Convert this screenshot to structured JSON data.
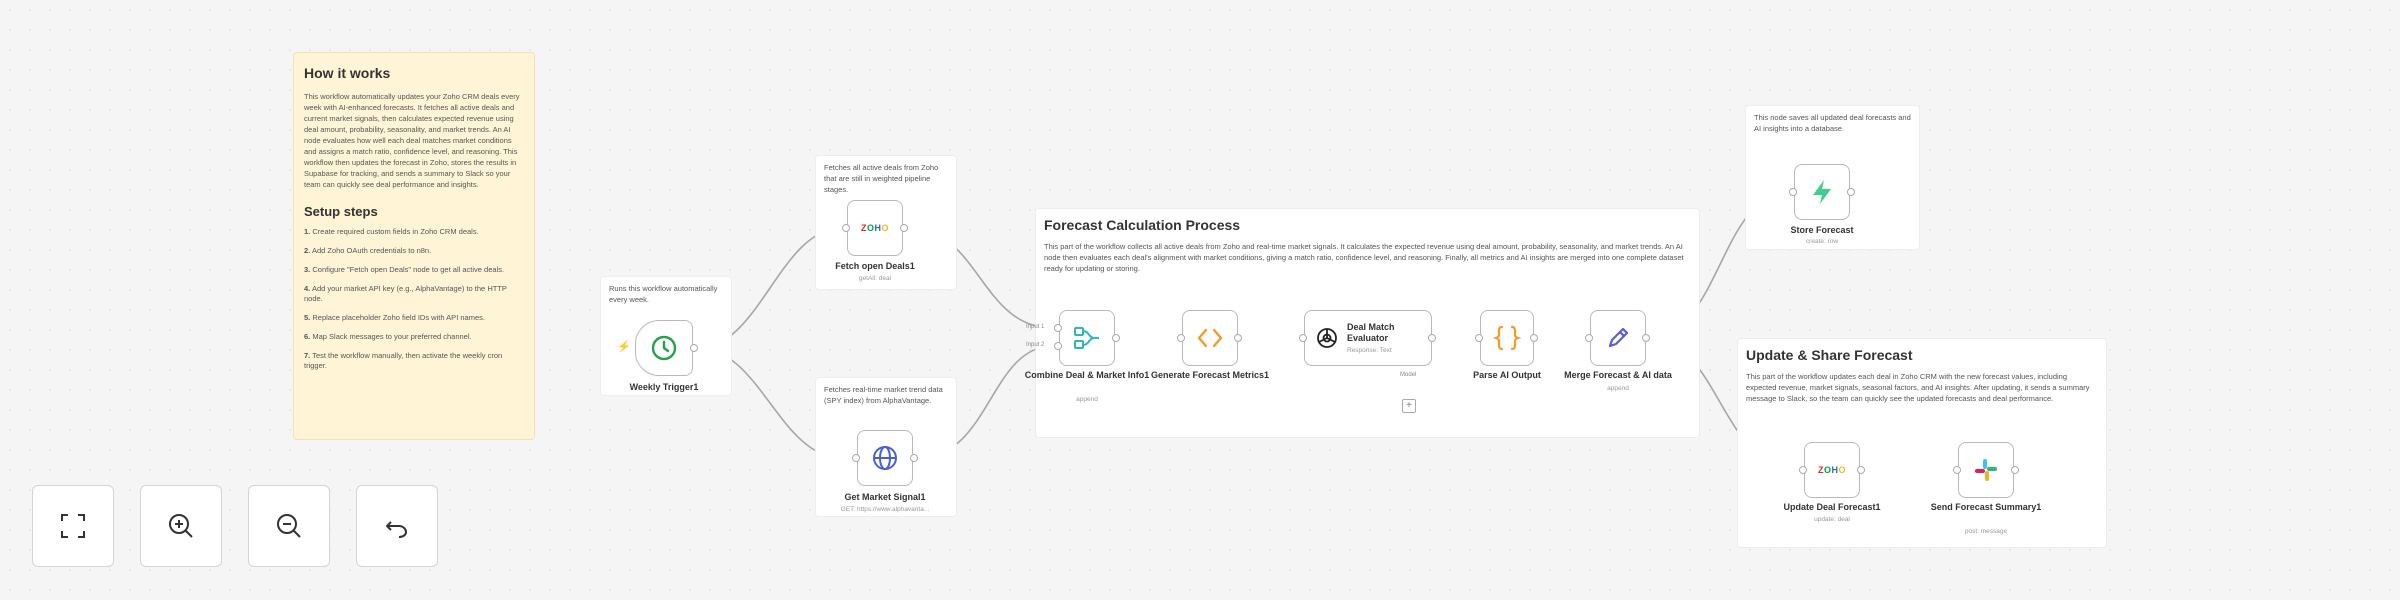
{
  "sticky_notes": {
    "how_it_works": {
      "title": "How it works",
      "body": "This workflow automatically updates your Zoho CRM deals every week with AI-enhanced forecasts. It fetches all active deals and current market signals, then calculates expected revenue using deal amount, probability, seasonality, and market trends. An AI node evaluates how well each deal matches market conditions and assigns a match ratio, confidence level, and reasoning. This workflow then updates the forecast in Zoho, stores the results in Supabase for tracking, and sends a summary to Slack so your team can quickly see deal performance and insights.",
      "setup_title": "Setup steps",
      "steps": [
        {
          "num": "1.",
          "text": "Create required custom fields in Zoho CRM deals."
        },
        {
          "num": "2.",
          "text": "Add Zoho OAuth credentials to n8n."
        },
        {
          "num": "3.",
          "text": "Configure \"Fetch open Deals\" node to get all active deals."
        },
        {
          "num": "4.",
          "text": "Add your market API key (e.g., AlphaVantage) to the HTTP node."
        },
        {
          "num": "5.",
          "text": "Replace placeholder Zoho field IDs with API names."
        },
        {
          "num": "6.",
          "text": "Map Slack messages to your preferred channel."
        },
        {
          "num": "7.",
          "text": "Test the workflow manually, then activate the weekly cron trigger."
        }
      ]
    },
    "trigger_note": "Runs this workflow automatically every week.",
    "fetch_note": "Fetches all active deals from Zoho that are still in weighted pipeline stages.",
    "market_note": "Fetches real-time market trend data (SPY index) from AlphaVantage.",
    "forecast_section": {
      "title": "Forecast Calculation Process",
      "body": "This part of the workflow collects all active deals from Zoho and real-time market signals. It calculates the expected revenue using deal amount, probability, seasonality, and market trends. An AI node then evaluates each deal's alignment with market conditions, giving a match ratio, confidence level, and reasoning. Finally, all metrics and AI insights are merged into one complete dataset ready for updating or storing."
    },
    "store_note": "This node saves all updated deal forecasts and AI insights into a database.",
    "update_section": {
      "title": "Update & Share Forecast",
      "body": "This part of the workflow updates each deal in Zoho CRM with the new forecast values, including expected revenue, market signals, seasonal factors, and AI insights. After updating, it sends a summary message to Slack, so the team can quickly see the updated forecasts and deal performance."
    }
  },
  "nodes": {
    "weekly_trigger": {
      "label": "Weekly Trigger1"
    },
    "fetch_deals": {
      "label": "Fetch open Deals1",
      "sub": "getAll: deal"
    },
    "market_signal": {
      "label": "Get Market Signal1",
      "sub": "GET: https://www.alphavanta..."
    },
    "combine": {
      "label": "Combine Deal & Market Info1",
      "sub": "append"
    },
    "generate_metrics": {
      "label": "Generate Forecast Metrics1"
    },
    "deal_match": {
      "label": "Deal Match Evaluator",
      "sub": "Response: Text",
      "port_label": "Model"
    },
    "parse_ai": {
      "label": "Parse AI Output"
    },
    "merge_ai": {
      "label": "Merge Forecast & AI data",
      "sub": "append"
    },
    "store_forecast": {
      "label": "Store Forecast",
      "sub": "create: row"
    },
    "update_deal": {
      "label": "Update Deal Forecast1",
      "sub": "update: deal"
    },
    "send_summary": {
      "label": "Send Forecast Summary1",
      "sub": "post: message"
    }
  },
  "port_tags": {
    "input1": "Input 1",
    "input2": "Input 2"
  },
  "zoho_logo": [
    "Z",
    "O",
    "H",
    "O"
  ],
  "icons": {
    "trigger": "clock-icon",
    "zoho": "zoho-logo-icon",
    "http": "globe-icon",
    "merge": "merge-icon",
    "code": "code-icon",
    "openai": "openai-icon",
    "json": "braces-icon",
    "edit": "pencil-icon",
    "supabase": "supabase-bolt-icon",
    "slack": "slack-icon"
  },
  "colors": {
    "accent": "#ff6d5a",
    "merge_teal": "#2cb5c3",
    "code_orange": "#f59a23",
    "supabase_green": "#3ecf8e",
    "edit_purple": "#5b5bd6",
    "globe_blue": "#4a5fd6"
  },
  "controls": [
    {
      "name": "fit-view-button",
      "icon": "fit-view-icon"
    },
    {
      "name": "zoom-in-button",
      "icon": "zoom-in-icon"
    },
    {
      "name": "zoom-out-button",
      "icon": "zoom-out-icon"
    },
    {
      "name": "reset-zoom-button",
      "icon": "undo-icon"
    }
  ]
}
